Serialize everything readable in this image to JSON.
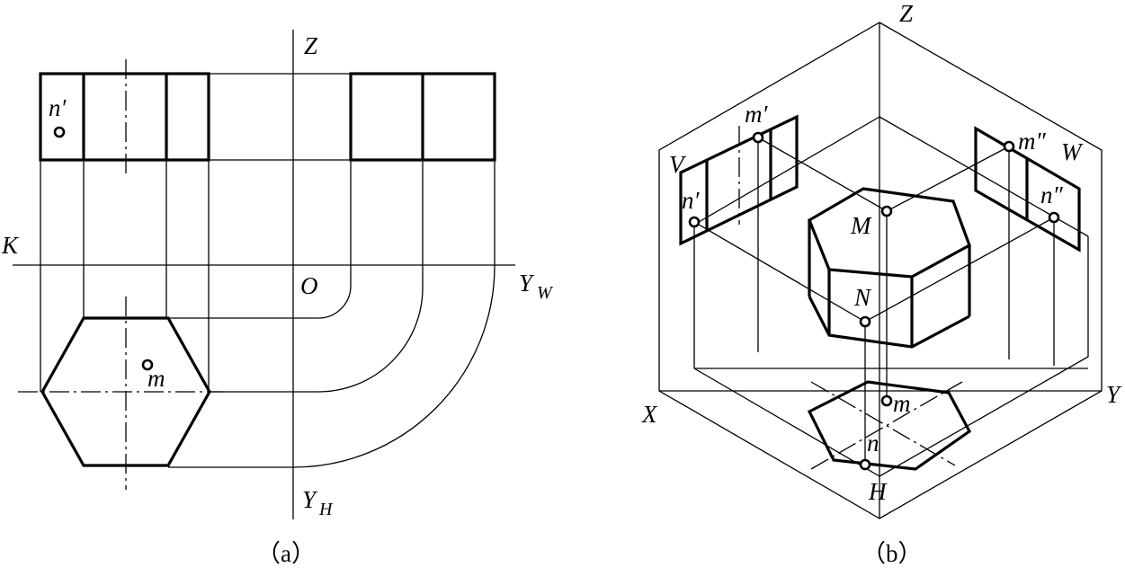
{
  "figure_a": {
    "labels": {
      "Z": "Z",
      "K": "K",
      "O": "O",
      "Y": "Y",
      "W_sub": "W",
      "H_sub": "H",
      "n_prime": "n′",
      "m": "m"
    },
    "caption": "（a）"
  },
  "figure_b": {
    "labels": {
      "Z": "Z",
      "X": "X",
      "Y": "Y",
      "V": "V",
      "W": "W",
      "H": "H",
      "M": "M",
      "N": "N",
      "m_prime": "m′",
      "n_prime": "n′",
      "m_dprime": "m″",
      "n_dprime": "n″",
      "m": "m",
      "n": "n"
    },
    "caption": "（b）"
  }
}
